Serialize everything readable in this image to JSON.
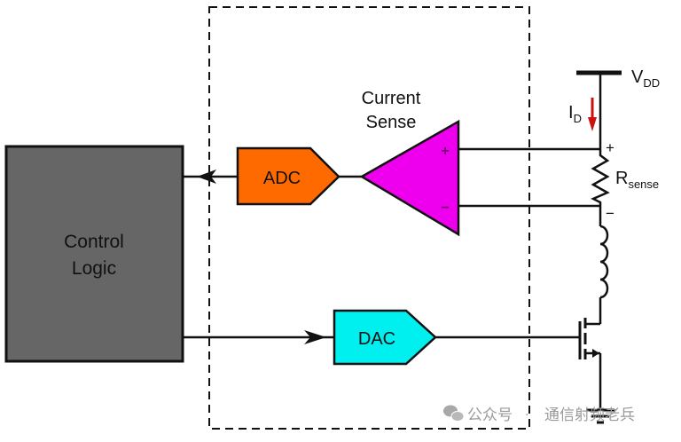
{
  "diagram": {
    "title": "Current-sense feedback loop",
    "blocks": {
      "control_logic": {
        "line1": "Control",
        "line2": "Logic",
        "fill": "#666666"
      },
      "adc": {
        "label": "ADC",
        "fill": "#ff6a00"
      },
      "dac": {
        "label": "DAC",
        "fill": "#00f0f0"
      },
      "amplifier": {
        "line1": "Current",
        "line2": "Sense",
        "fill": "#ee00ee",
        "plus": "+",
        "minus": "−"
      }
    },
    "circuit": {
      "vdd_main": "V",
      "vdd_sub": "DD",
      "current_main": "I",
      "current_sub": "D",
      "current_arrow_color": "#cc1111",
      "rsense_main": "R",
      "rsense_sub": "sense",
      "plus_sign": "+",
      "minus_sign": "−"
    },
    "watermark": {
      "account_label": "公众号",
      "separator": "·",
      "name": "通信射频老兵"
    }
  }
}
